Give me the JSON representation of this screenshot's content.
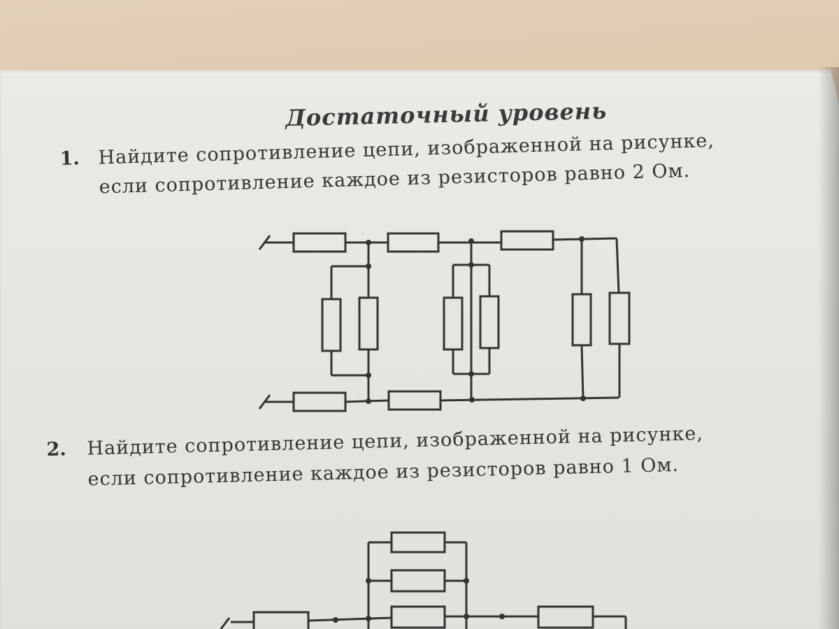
{
  "section_title": "Достаточный уровень",
  "tasks": [
    {
      "number": "1.",
      "line1": "Найдите сопротивление цепи, изображенной на рисунке,",
      "line2": "если сопротивление каждое из резисторов равно 2 Ом."
    },
    {
      "number": "2.",
      "line1": "Найдите сопротивление цепи, изображенной на рисунке,",
      "line2": "если сопротивление каждое из резисторов равно 1 Ом."
    }
  ],
  "colors": {
    "ink": "#353535",
    "paper": "#e8e7e1",
    "table": "#dcc7ad"
  },
  "icons": [
    "terminal-icon",
    "resistor-icon",
    "junction-dot-icon"
  ]
}
